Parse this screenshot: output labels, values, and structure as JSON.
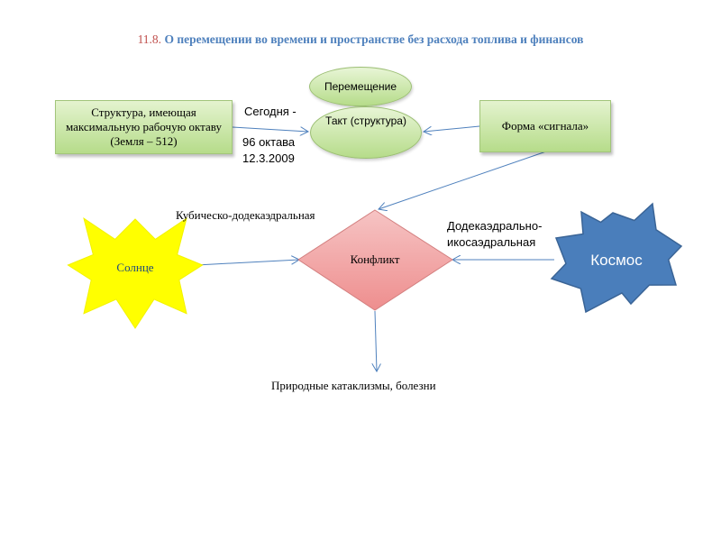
{
  "title": {
    "number": "11.8.",
    "text": "О перемещении во времени и пространстве без расхода топлива и финансов"
  },
  "nodes": {
    "peremeshchenie": "Перемещение",
    "takt": "Такт (структура)",
    "struktura": "Структура, имеющая максимальную рабочую октаву (Земля – 512)",
    "forma": "Форма «сигнала»",
    "solntse": "Солнце",
    "konflikt": "Конфликт",
    "kosmos": "Космос"
  },
  "labels": {
    "segodnya": "Сегодня -",
    "oktava": "96 октава",
    "date": "12.3.2009",
    "kubicheskaya": "Кубическо-додекаэдральная",
    "dodekaedralnaya_1": "Додекаэдрально-",
    "dodekaedralnaya_2": "икосаэдральная",
    "prirodnye": "Природные катаклизмы, болезни"
  },
  "colors": {
    "title": "#4f81bd",
    "title_number": "#c0504d",
    "box_fill": "#c7e6a4",
    "sun_fill": "#ffff00",
    "diamond_fill": "#f2a0a0",
    "kosmos_fill": "#4a7ebb",
    "arrow": "#4f81bd"
  }
}
